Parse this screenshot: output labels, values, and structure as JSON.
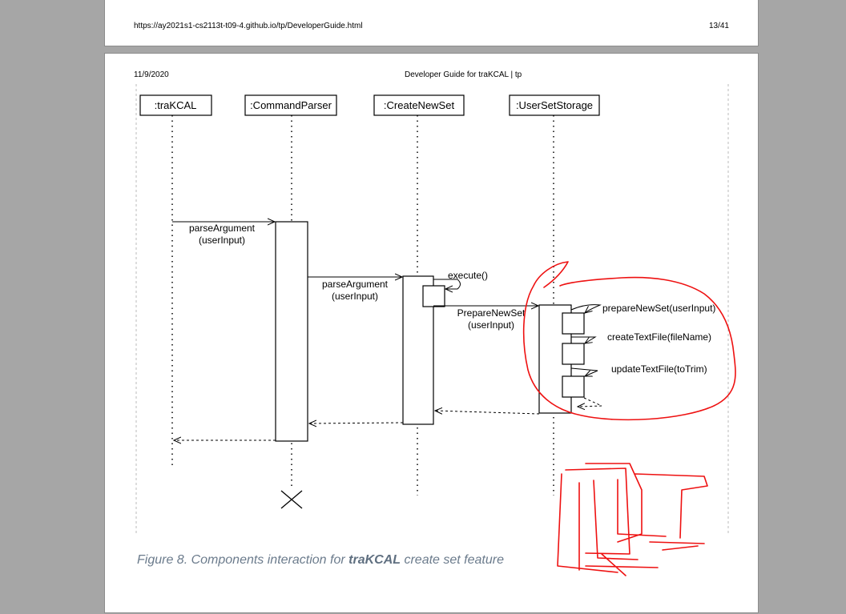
{
  "browser_header": {
    "url": "https://ay2021s1-cs2113t-t09-4.github.io/tp/DeveloperGuide.html",
    "page_count": "13/41"
  },
  "page_header": {
    "date": "11/9/2020",
    "title": "Developer Guide for traKCAL | tp"
  },
  "diagram": {
    "participants": [
      ":traKCAL",
      ":CommandParser",
      ":CreateNewSet",
      ":UserSetStorage"
    ],
    "messages": {
      "m1_line1": "parseArgument",
      "m1_line2": "(userInput)",
      "m2_line1": "parseArgument",
      "m2_line2": "(userInput)",
      "m3": "execute()",
      "m4_line1": "PrepareNewSet",
      "m4_line2": "(userInput)",
      "m5": "prepareNewSet(userInput)",
      "m6": "createTextFile(fileName)",
      "m7": "updateTextFile(toTrim)"
    },
    "annotation_color": "#ee1111"
  },
  "caption": {
    "prefix": "Figure 8. Components interaction for ",
    "bold": "traKCAL",
    "suffix": " create set feature"
  }
}
